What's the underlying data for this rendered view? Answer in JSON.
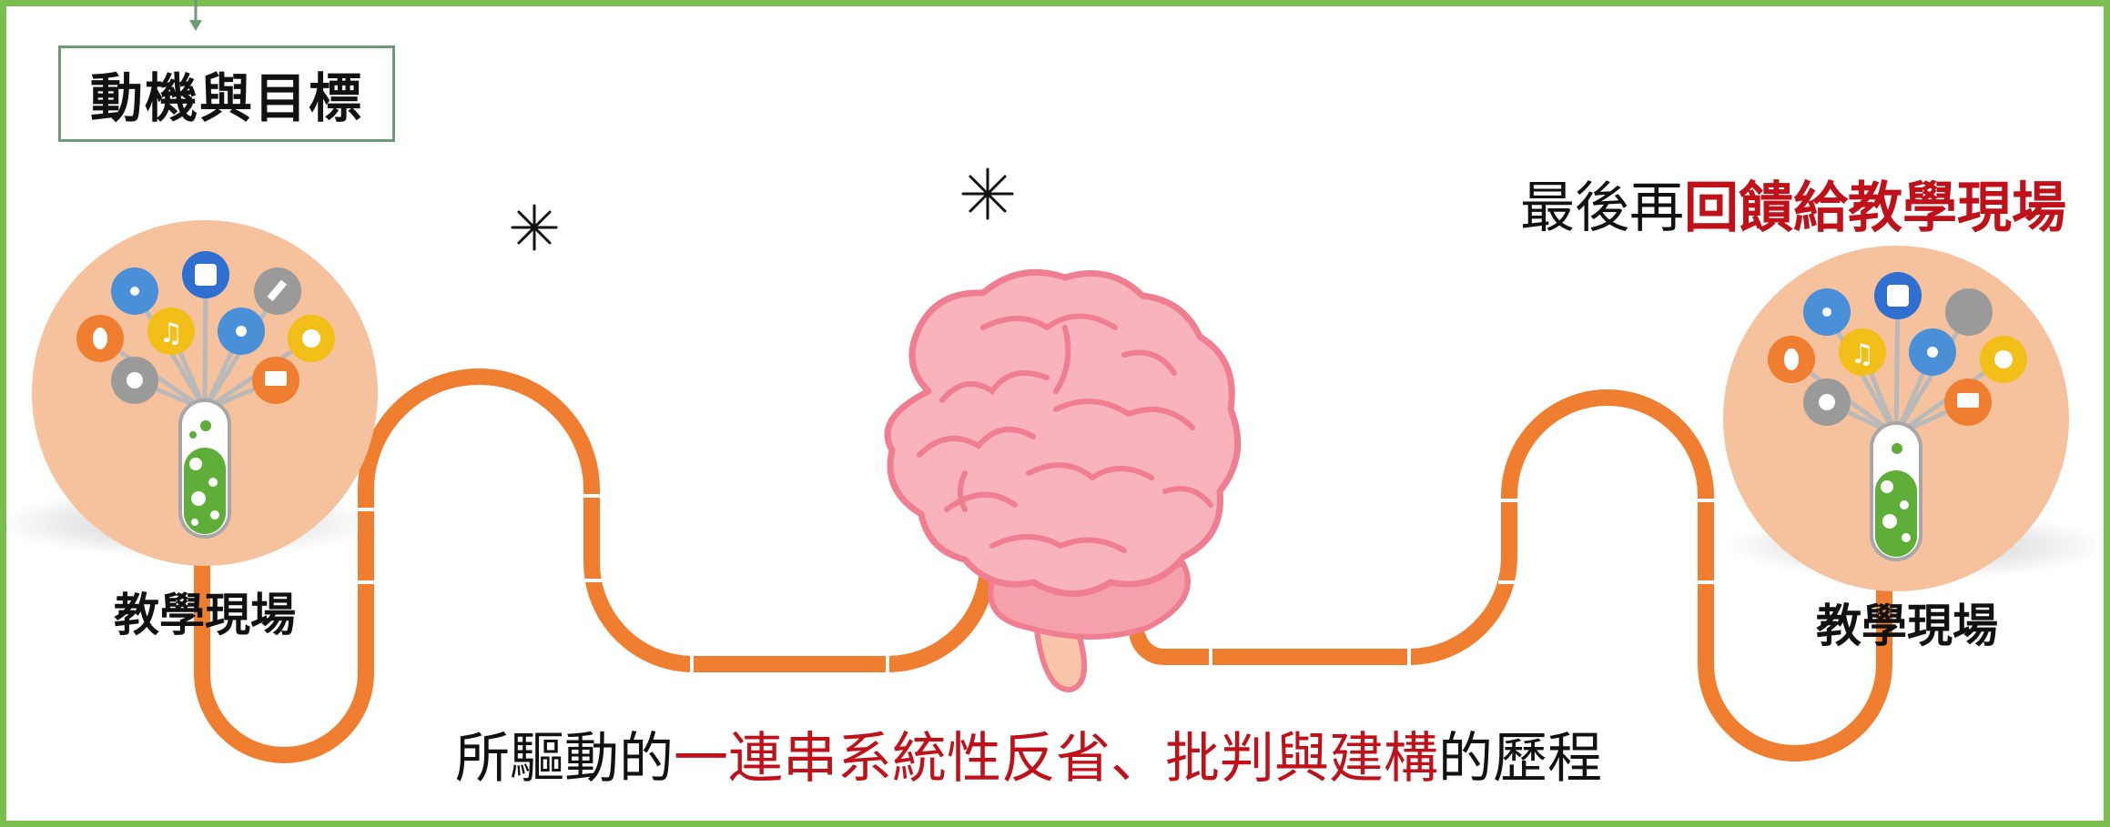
{
  "title": "動機與目標",
  "top_caption": {
    "prefix": "最後再",
    "highlight": "回饋給教學現場"
  },
  "bottom_caption": {
    "prefix": "所驅動的",
    "highlight": "一連串系統性反省、批判與建構",
    "suffix": "的歷程"
  },
  "left_label": "教學現場",
  "right_label": "教學現場",
  "colors": {
    "frame": "#7cbf50",
    "path": "#ef7e30",
    "highlight": "#c0101a",
    "brain": "#f7a7b3",
    "circle": "#f5c29d"
  },
  "icons": [
    "network-icon",
    "dice-icon",
    "tools-icon",
    "mouse-icon",
    "music-icon",
    "atom-icon",
    "palette-icon",
    "gears-icon",
    "laptop-icon",
    "test-tube-icon",
    "brain-icon",
    "sparkle-icon"
  ]
}
